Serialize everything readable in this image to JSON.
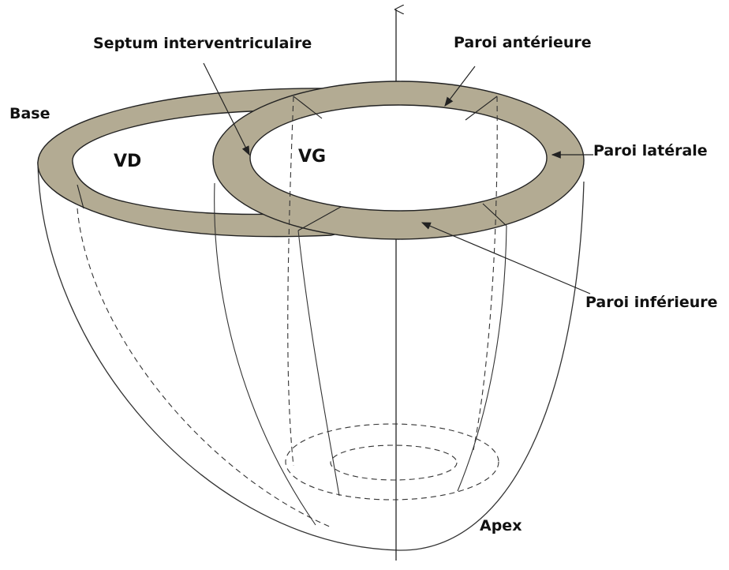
{
  "labels": {
    "septum": "Septum interventriculaire",
    "paroi_anterieure": "Paroi antérieure",
    "base": "Base",
    "vd": "VD",
    "vg": "VG",
    "paroi_laterale": "Paroi latérale",
    "paroi_inferieure": "Paroi inférieure",
    "apex": "Apex"
  },
  "colors": {
    "myocardium_fill": "#b3ab93",
    "line": "#222222",
    "background": "#ffffff"
  }
}
